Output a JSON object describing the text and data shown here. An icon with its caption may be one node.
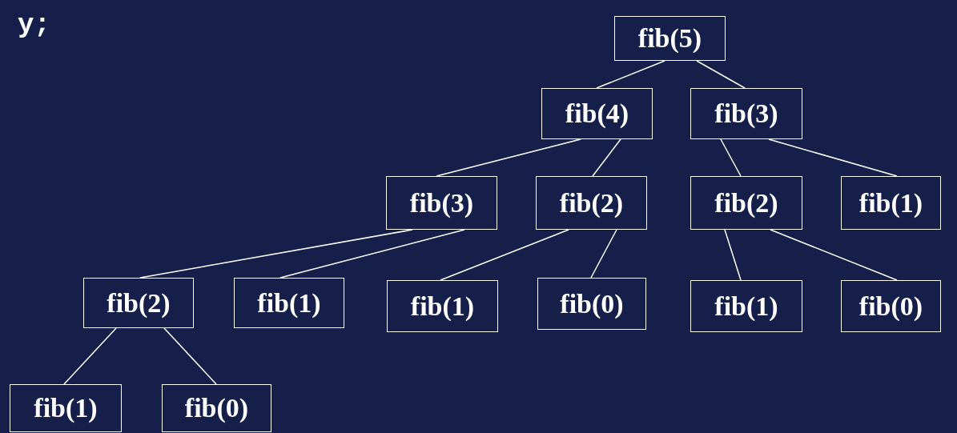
{
  "diagram": {
    "nodes": [
      {
        "text": [
          "fib(5)"
        ]
      },
      {
        "text": [
          "fib(4)"
        ]
      },
      {
        "text": [
          "fib(3)"
        ]
      },
      {
        "text": [
          "fib(3)"
        ]
      },
      {
        "text": [
          "fib(2)"
        ]
      },
      {
        "text": [
          "fib(2)"
        ]
      },
      {
        "text": [
          "fib(1)"
        ]
      },
      {
        "text": [
          "fib(2)"
        ]
      },
      {
        "text": [
          "fib(1)"
        ]
      },
      {
        "text": [
          "fib(1)"
        ]
      },
      {
        "text": [
          "fib(0)"
        ]
      },
      {
        "text": [
          "fib(1)"
        ]
      },
      {
        "text": [
          "fib(0)"
        ]
      },
      {
        "text": [
          "fib(1)"
        ]
      },
      {
        "text": [
          "fib(0)"
        ]
      }
    ],
    "edges": [
      {
        "from": 0,
        "to": 1,
        "arrow": "none"
      },
      {
        "from": 0,
        "to": 2,
        "arrow": "none"
      },
      {
        "from": 1,
        "to": 3,
        "arrow": "none"
      },
      {
        "from": 1,
        "to": 4,
        "arrow": "none"
      },
      {
        "from": 2,
        "to": 5,
        "arrow": "none"
      },
      {
        "from": 2,
        "to": 6,
        "arrow": "none"
      },
      {
        "from": 3,
        "to": 7,
        "arrow": "none"
      },
      {
        "from": 3,
        "to": 8,
        "arrow": "none"
      },
      {
        "from": 4,
        "to": 9,
        "arrow": "none"
      },
      {
        "from": 4,
        "to": 10,
        "arrow": "none"
      },
      {
        "from": 5,
        "to": 11,
        "arrow": "none"
      },
      {
        "from": 5,
        "to": 12,
        "arrow": "none"
      },
      {
        "from": 7,
        "to": 13,
        "arrow": "none"
      },
      {
        "from": 7,
        "to": 14,
        "arrow": "none"
      }
    ],
    "labels": [
      "y;"
    ]
  }
}
